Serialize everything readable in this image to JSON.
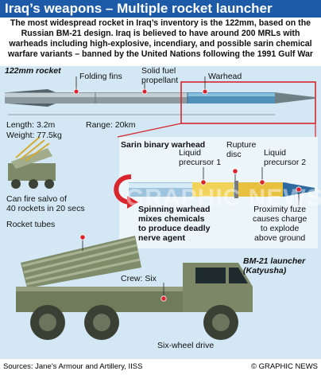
{
  "header": {
    "title": "Iraq’s weapons – Multiple rocket launcher"
  },
  "intro": {
    "lines": [
      "The most widespread rocket in Iraq’s inventory is the 122mm, based on the",
      "Russian BM-21 design. Iraq is believed to have around 200 MRLs with",
      "warheads including high-explosive, incendiary, and possible sarin chemical",
      "warfare variants – banned by the United Nations following the 1991 Gulf War"
    ]
  },
  "rocket": {
    "name": "122mm rocket",
    "folding_fins": "Folding fins",
    "propellant": [
      "Solid fuel",
      "propellant"
    ],
    "warhead": "Warhead",
    "length": "Length: 3.2m",
    "weight": "Weight: 77.5kg",
    "range": "Range: 20km"
  },
  "sarin_warhead": {
    "title": "Sarin binary warhead",
    "precursor1": [
      "Liquid",
      "precursor 1"
    ],
    "rupture": [
      "Rupture",
      "disc"
    ],
    "precursor2": [
      "Liquid",
      "precursor 2"
    ],
    "spinning": [
      "Spinning warhead",
      "mixes chemicals",
      "to produce deadly",
      "nerve agent"
    ],
    "fuze": [
      "Proximity fuze",
      "causes charge",
      "to explode",
      "above ground"
    ]
  },
  "launcher": {
    "salvo": [
      "Can fire salvo of",
      "40 rockets in 20 secs"
    ],
    "rocket_tubes": "Rocket tubes",
    "name": [
      "BM-21 launcher",
      "(Katyusha)"
    ],
    "crew": "Crew: Six",
    "drive": "Six-wheel drive"
  },
  "watermark": "GRAPHIC NEWS",
  "footer": {
    "source": "Sources: Jane’s Armour and Artillery, IISS",
    "credit": "© GRAPHIC NEWS"
  },
  "colors": {
    "title_bg": "#1d5aa8",
    "panel_bg": "#d3e8f4",
    "highlight": "#d8262c",
    "label_blue": "#1d5aa8"
  }
}
